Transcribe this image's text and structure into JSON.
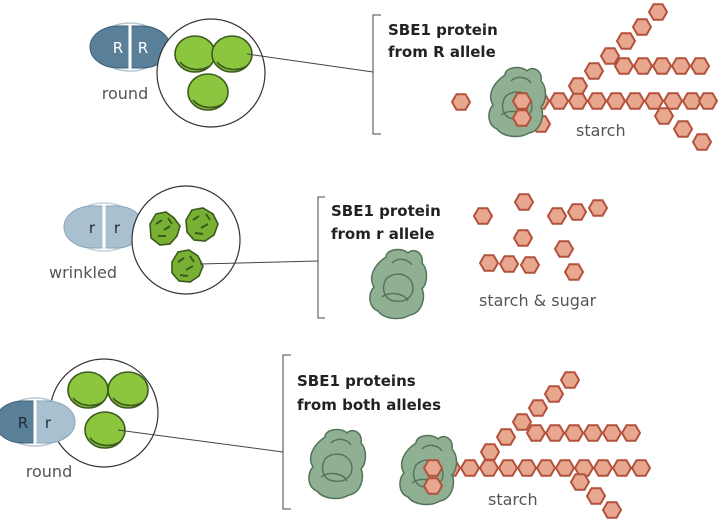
{
  "panels": [
    {
      "genotype": [
        "R",
        "R"
      ],
      "phenotype": "round",
      "protein_title_lines": [
        "SBE1 protein",
        "from R allele"
      ],
      "product_label": "starch"
    },
    {
      "genotype": [
        "r",
        "r"
      ],
      "phenotype": "wrinkled",
      "protein_title_lines": [
        "SBE1 protein",
        "from r allele"
      ],
      "product_label": "starch & sugar"
    },
    {
      "genotype": [
        "R",
        "r"
      ],
      "phenotype": "round",
      "protein_title_lines": [
        "SBE1 proteins",
        "from both alleles"
      ],
      "product_label": "starch"
    }
  ],
  "colors": {
    "dominant_allele": "#5a7f99",
    "recessive_allele": "#a9c0d0",
    "pea_green": "#8cc63f",
    "pea_outline": "#3d5a1e",
    "wrinkled_pea": "#78b034",
    "protein": "#8fb093",
    "starch_unit": "#e8a88f",
    "starch_outline": "#b4513c"
  }
}
